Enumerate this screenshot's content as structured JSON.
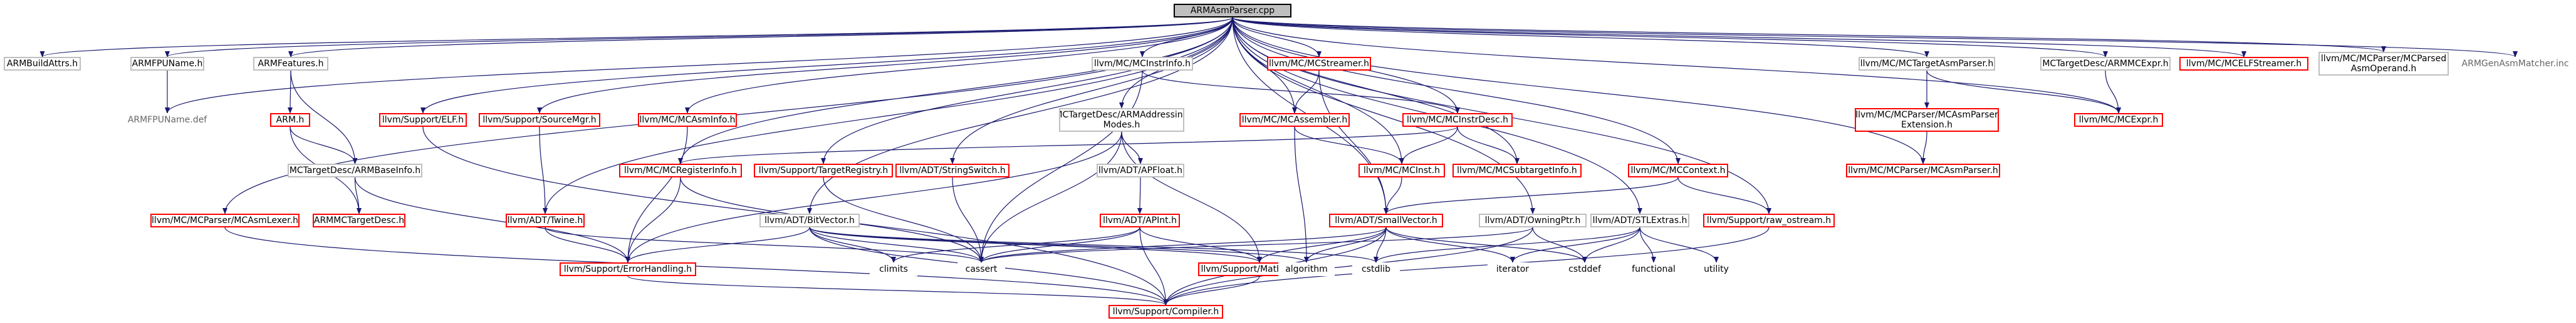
{
  "nodes": [
    {
      "id": "root",
      "label": "ARMAsmParser.cpp",
      "style": "root"
    },
    {
      "id": "armbuildattrs",
      "label": "ARMBuildAttrs.h",
      "style": "grey-border"
    },
    {
      "id": "armfpuname_h",
      "label": "ARMFPUName.h",
      "style": "grey-border"
    },
    {
      "id": "armfpuname_def",
      "label": "ARMFPUName.def",
      "style": "no-border"
    },
    {
      "id": "armfeatures",
      "label": "ARMFeatures.h",
      "style": "grey-border"
    },
    {
      "id": "arm_h",
      "label": "ARM.h",
      "style": "red"
    },
    {
      "id": "armbaseinfo",
      "label": "MCTargetDesc/ARMBaseInfo.h",
      "style": "grey-border"
    },
    {
      "id": "armmctargetdesc",
      "label": "ARMMCTargetDesc.h",
      "style": "red"
    },
    {
      "id": "mcasmlexer",
      "label": "llvm/MC/MCParser/MCAsmLexer.h",
      "style": "red"
    },
    {
      "id": "elf",
      "label": "llvm/Support/ELF.h",
      "style": "red"
    },
    {
      "id": "sourcemgr",
      "label": "llvm/Support/SourceMgr.h",
      "style": "red"
    },
    {
      "id": "twine",
      "label": "llvm/ADT/Twine.h",
      "style": "red"
    },
    {
      "id": "errorhandling",
      "label": "llvm/Support/ErrorHandling.h",
      "style": "red"
    },
    {
      "id": "compiler",
      "label": "llvm/Support/Compiler.h",
      "style": "red"
    },
    {
      "id": "mcasminfo",
      "label": "llvm/MC/MCAsmInfo.h",
      "style": "red"
    },
    {
      "id": "mcregisterinfo",
      "label": "llvm/MC/MCRegisterInfo.h",
      "style": "red"
    },
    {
      "id": "mcinstrinfo",
      "label": "llvm/MC/MCInstrInfo.h",
      "style": "grey-border"
    },
    {
      "id": "armaddrmodes",
      "label": "MCTargetDesc/ARMAddressing\nModes.h",
      "style": "grey-border"
    },
    {
      "id": "targetregistry",
      "label": "llvm/Support/TargetRegistry.h",
      "style": "red"
    },
    {
      "id": "stringswitch",
      "label": "llvm/ADT/StringSwitch.h",
      "style": "red"
    },
    {
      "id": "apfloat",
      "label": "llvm/ADT/APFloat.h",
      "style": "grey-border"
    },
    {
      "id": "apint",
      "label": "llvm/ADT/APInt.h",
      "style": "red"
    },
    {
      "id": "bitvector",
      "label": "llvm/ADT/BitVector.h",
      "style": "grey-border"
    },
    {
      "id": "mathextras",
      "label": "llvm/Support/MathExtras.h",
      "style": "red"
    },
    {
      "id": "mcstreamer",
      "label": "llvm/MC/MCStreamer.h",
      "style": "red"
    },
    {
      "id": "mcassembler",
      "label": "llvm/MC/MCAssembler.h",
      "style": "red"
    },
    {
      "id": "mcinstrdesc",
      "label": "llvm/MC/MCInstrDesc.h",
      "style": "red"
    },
    {
      "id": "mcinst",
      "label": "llvm/MC/MCInst.h",
      "style": "red"
    },
    {
      "id": "mcsubtargetinfo",
      "label": "llvm/MC/MCSubtargetInfo.h",
      "style": "red"
    },
    {
      "id": "mccontext",
      "label": "llvm/MC/MCContext.h",
      "style": "red"
    },
    {
      "id": "smallvector",
      "label": "llvm/ADT/SmallVector.h",
      "style": "red"
    },
    {
      "id": "owningptr",
      "label": "llvm/ADT/OwningPtr.h",
      "style": "grey-border"
    },
    {
      "id": "stlextras",
      "label": "llvm/ADT/STLExtras.h",
      "style": "grey-border"
    },
    {
      "id": "rawostream",
      "label": "llvm/Support/raw_ostream.h",
      "style": "red"
    },
    {
      "id": "mctargetasmparser",
      "label": "llvm/MC/MCTargetAsmParser.h",
      "style": "grey-border"
    },
    {
      "id": "asmparserext",
      "label": "llvm/MC/MCParser/MCAsmParser\nExtension.h",
      "style": "red"
    },
    {
      "id": "mcasmparser",
      "label": "llvm/MC/MCParser/MCAsmParser.h",
      "style": "red"
    },
    {
      "id": "armmcexpr",
      "label": "MCTargetDesc/ARMMCExpr.h",
      "style": "grey-border"
    },
    {
      "id": "mcexpr",
      "label": "llvm/MC/MCExpr.h",
      "style": "red"
    },
    {
      "id": "mcelfstreamer",
      "label": "llvm/MC/MCELFStreamer.h",
      "style": "red"
    },
    {
      "id": "mcparsedoperand",
      "label": "llvm/MC/MCParser/MCParsed\nAsmOperand.h",
      "style": "grey-border"
    },
    {
      "id": "armgenasmmatcher",
      "label": "ARMGenAsmMatcher.inc",
      "style": "no-border"
    },
    {
      "id": "cassert",
      "label": "cassert",
      "style": "no-border"
    },
    {
      "id": "climits",
      "label": "climits",
      "style": "no-border"
    },
    {
      "id": "algorithm",
      "label": "algorithm",
      "style": "no-border"
    },
    {
      "id": "cstdlib",
      "label": "cstdlib",
      "style": "no-border"
    },
    {
      "id": "iterator",
      "label": "iterator",
      "style": "no-border"
    },
    {
      "id": "cstddef",
      "label": "cstddef",
      "style": "no-border"
    },
    {
      "id": "functional",
      "label": "functional",
      "style": "no-border"
    },
    {
      "id": "utility",
      "label": "utility",
      "style": "no-border"
    }
  ],
  "edges": [
    [
      "root",
      "armbuildattrs"
    ],
    [
      "root",
      "armfpuname_h"
    ],
    [
      "root",
      "armfpuname_def"
    ],
    [
      "root",
      "armfeatures"
    ],
    [
      "root",
      "mcasmlexer"
    ],
    [
      "root",
      "elf"
    ],
    [
      "root",
      "sourcemgr"
    ],
    [
      "root",
      "twine"
    ],
    [
      "root",
      "mcasminfo"
    ],
    [
      "root",
      "mcregisterinfo"
    ],
    [
      "root",
      "mcinstrinfo"
    ],
    [
      "root",
      "armaddrmodes"
    ],
    [
      "root",
      "targetregistry"
    ],
    [
      "root",
      "stringswitch"
    ],
    [
      "root",
      "mcstreamer"
    ],
    [
      "root",
      "mcassembler"
    ],
    [
      "root",
      "mcinstrdesc"
    ],
    [
      "root",
      "mcinst"
    ],
    [
      "root",
      "mcsubtargetinfo"
    ],
    [
      "root",
      "mccontext"
    ],
    [
      "root",
      "owningptr"
    ],
    [
      "root",
      "stlextras"
    ],
    [
      "root",
      "rawostream"
    ],
    [
      "root",
      "mctargetasmparser"
    ],
    [
      "root",
      "mcasmparser"
    ],
    [
      "root",
      "armmcexpr"
    ],
    [
      "root",
      "mcexpr"
    ],
    [
      "root",
      "mcelfstreamer"
    ],
    [
      "root",
      "mcparsedoperand"
    ],
    [
      "root",
      "armgenasmmatcher"
    ],
    [
      "root",
      "bitvector"
    ],
    [
      "root",
      "smallvector"
    ],
    [
      "armfpuname_h",
      "armfpuname_def"
    ],
    [
      "armfeatures",
      "arm_h"
    ],
    [
      "armfeatures",
      "armbaseinfo"
    ],
    [
      "arm_h",
      "armbaseinfo"
    ],
    [
      "arm_h",
      "armmctargetdesc"
    ],
    [
      "armbaseinfo",
      "armmctargetdesc"
    ],
    [
      "armbaseinfo",
      "errorhandling"
    ],
    [
      "mcasmlexer",
      "compiler"
    ],
    [
      "elf",
      "compiler"
    ],
    [
      "sourcemgr",
      "twine"
    ],
    [
      "twine",
      "errorhandling"
    ],
    [
      "twine",
      "cassert"
    ],
    [
      "errorhandling",
      "compiler"
    ],
    [
      "mcasminfo",
      "errorhandling"
    ],
    [
      "mcregisterinfo",
      "errorhandling"
    ],
    [
      "mcregisterinfo",
      "cassert"
    ],
    [
      "mcinstrinfo",
      "mcinstrdesc"
    ],
    [
      "mcinstrinfo",
      "cassert"
    ],
    [
      "armaddrmodes",
      "apfloat"
    ],
    [
      "armaddrmodes",
      "errorhandling"
    ],
    [
      "armaddrmodes",
      "mathextras"
    ],
    [
      "armaddrmodes",
      "cassert"
    ],
    [
      "targetregistry",
      "cassert"
    ],
    [
      "stringswitch",
      "cassert"
    ],
    [
      "apfloat",
      "apint"
    ],
    [
      "apint",
      "cassert"
    ],
    [
      "apint",
      "climits"
    ],
    [
      "apint",
      "mathextras"
    ],
    [
      "apint",
      "compiler"
    ],
    [
      "apint",
      "cstring_na"
    ],
    [
      "bitvector",
      "errorhandling"
    ],
    [
      "bitvector",
      "mathextras"
    ],
    [
      "bitvector",
      "cassert"
    ],
    [
      "bitvector",
      "climits"
    ],
    [
      "bitvector",
      "algorithm"
    ],
    [
      "bitvector",
      "cstdlib"
    ],
    [
      "bitvector",
      "compiler"
    ],
    [
      "mathextras",
      "compiler"
    ],
    [
      "mcstreamer",
      "mcassembler"
    ],
    [
      "mcstreamer",
      "smallvector"
    ],
    [
      "mcassembler",
      "mcinst"
    ],
    [
      "mcassembler",
      "algorithm"
    ],
    [
      "mcinstrdesc",
      "mcinst"
    ],
    [
      "mcinstrdesc",
      "mcregisterinfo"
    ],
    [
      "mcinstrdesc",
      "mcsubtargetinfo"
    ],
    [
      "mcinst",
      "smallvector"
    ],
    [
      "mccontext",
      "smallvector"
    ],
    [
      "mccontext",
      "rawostream"
    ],
    [
      "smallvector",
      "cassert"
    ],
    [
      "smallvector",
      "mathextras"
    ],
    [
      "smallvector",
      "algorithm"
    ],
    [
      "smallvector",
      "cstdlib"
    ],
    [
      "smallvector",
      "iterator"
    ],
    [
      "smallvector",
      "cstddef"
    ],
    [
      "smallvector",
      "compiler"
    ],
    [
      "owningptr",
      "cassert"
    ],
    [
      "owningptr",
      "cstddef"
    ],
    [
      "owningptr",
      "compiler"
    ],
    [
      "stlextras",
      "cstdlib"
    ],
    [
      "stlextras",
      "iterator"
    ],
    [
      "stlextras",
      "cstddef"
    ],
    [
      "stlextras",
      "functional"
    ],
    [
      "stlextras",
      "utility"
    ],
    [
      "rawostream",
      "compiler"
    ],
    [
      "mctargetasmparser",
      "asmparserext"
    ],
    [
      "mctargetasmparser",
      "mcexpr"
    ],
    [
      "asmparserext",
      "mcasmparser"
    ],
    [
      "armmcexpr",
      "mcexpr"
    ]
  ]
}
